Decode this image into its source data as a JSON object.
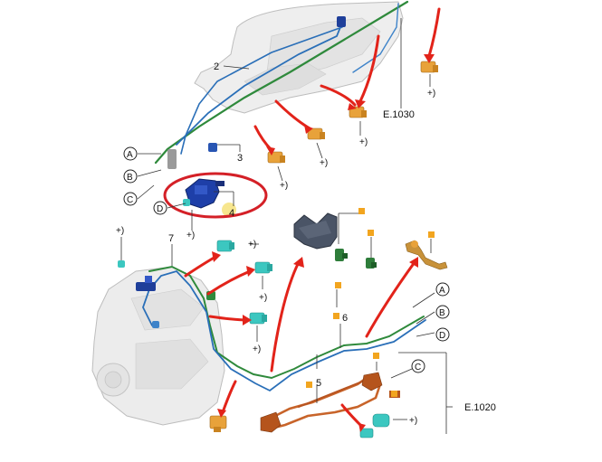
{
  "diagram": {
    "part_labels": {
      "p2": "2",
      "p3": "3",
      "p4": "4",
      "p5": "5",
      "p6": "6",
      "p7": "7"
    },
    "refs": {
      "e1030": "E.1030",
      "e1020": "E.1020"
    },
    "circle_labels": {
      "a": "A",
      "b": "B",
      "c": "C",
      "d": "D"
    },
    "plus_label": "+)",
    "colors": {
      "highlight_ring": "#d42027",
      "arrow": "#e2231a",
      "tube_blue": "#2a6fb8",
      "tube_green": "#2f8a3c",
      "tube_orange": "#c8642a",
      "connector_orange": "#e8a23a",
      "connector_teal": "#3cc7c0",
      "square_marker": "#f2a51f",
      "highlight_dot": "#f6e27a"
    }
  }
}
